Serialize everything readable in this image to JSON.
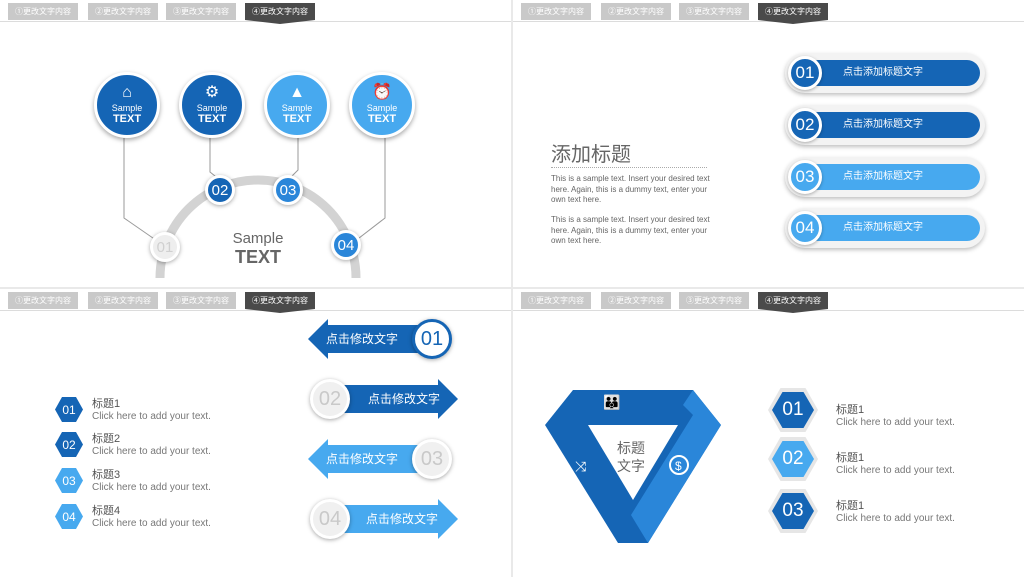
{
  "tabs": [
    "①更改文字内容",
    "②更改文字内容",
    "③更改文字内容",
    "④更改文字内容"
  ],
  "colors": {
    "dark_blue": "#1565b5",
    "mid_blue": "#2a86d9",
    "light_blue": "#47a9ef",
    "tab_gray": "#c9c9c9",
    "tab_active": "#4a4a4a"
  },
  "slide1": {
    "circles": [
      {
        "icon": "home-icon",
        "glyph": "⌂",
        "line1": "Sample",
        "line2": "TEXT"
      },
      {
        "icon": "gear-icon",
        "glyph": "⚙",
        "line1": "Sample",
        "line2": "TEXT"
      },
      {
        "icon": "graduation-cap-icon",
        "glyph": "🎓",
        "line1": "Sample",
        "line2": "TEXT"
      },
      {
        "icon": "alarm-clock-icon",
        "glyph": "⏰",
        "line1": "Sample",
        "line2": "TEXT"
      }
    ],
    "badges": [
      "01",
      "02",
      "03",
      "04"
    ],
    "center_line1": "Sample",
    "center_line2": "TEXT"
  },
  "slide2": {
    "title": "添加标题",
    "para1": "This is a sample text. Insert your desired text here. Again, this is a dummy text, enter your own text here.",
    "para2": "This is a sample text. Insert your desired text here. Again, this is a dummy text, enter your own text here.",
    "pills": [
      {
        "num": "01",
        "label": "点击添加标题文字"
      },
      {
        "num": "02",
        "label": "点击添加标题文字"
      },
      {
        "num": "03",
        "label": "点击添加标题文字"
      },
      {
        "num": "04",
        "label": "点击添加标题文字"
      }
    ]
  },
  "slide3": {
    "items": [
      {
        "num": "01",
        "title": "标题1",
        "desc": "Click here to add your text."
      },
      {
        "num": "02",
        "title": "标题2",
        "desc": "Click here to add your text."
      },
      {
        "num": "03",
        "title": "标题3",
        "desc": "Click here to add your text."
      },
      {
        "num": "04",
        "title": "标题4",
        "desc": "Click here to add your text."
      }
    ],
    "arrows": [
      {
        "num": "01",
        "label": "点击修改文字"
      },
      {
        "num": "02",
        "label": "点击修改文字"
      },
      {
        "num": "03",
        "label": "点击修改文字"
      },
      {
        "num": "04",
        "label": "点击修改文字"
      }
    ]
  },
  "slide4": {
    "center_line1": "标题",
    "center_line2": "文字",
    "items": [
      {
        "num": "01",
        "title": "标题1",
        "desc": "Click here to add your text."
      },
      {
        "num": "02",
        "title": "标题1",
        "desc": "Click here to add your text."
      },
      {
        "num": "03",
        "title": "标题1",
        "desc": "Click here to add your text."
      }
    ]
  }
}
